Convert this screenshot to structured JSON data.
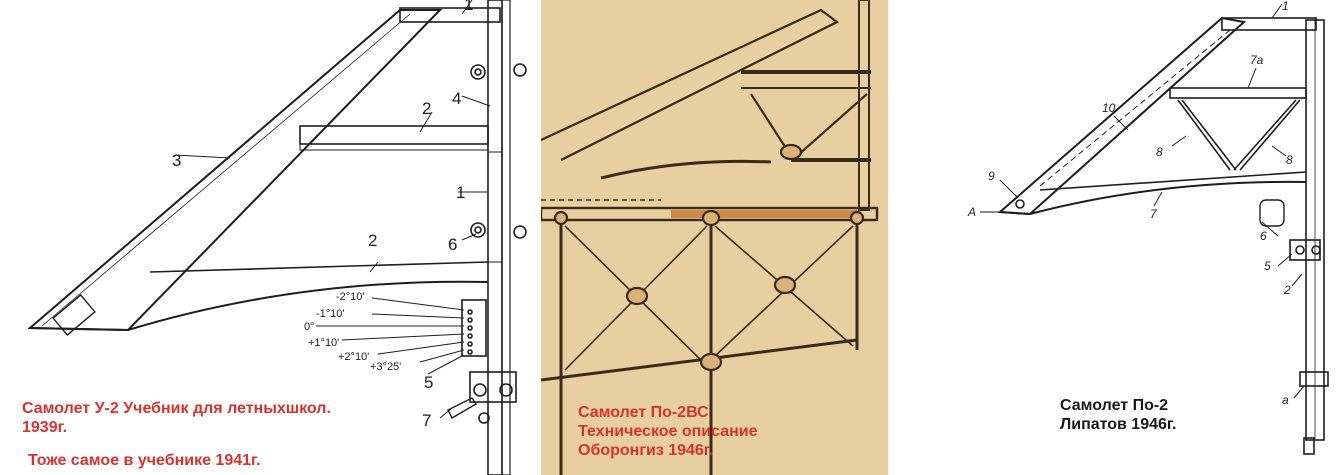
{
  "colors": {
    "caption_red": "#d6332f",
    "caption_black": "#1a1a1a",
    "middle_paper": "#e8cf9f",
    "ink": "#1e1e1e"
  },
  "left": {
    "part_labels": [
      "1",
      "2",
      "3",
      "4",
      "1",
      "6",
      "2",
      "5",
      "7"
    ],
    "angle_labels": [
      "-2°10'",
      "-1°10'",
      "0°",
      "+1°10'",
      "+2°10'",
      "+3°25'"
    ],
    "caption_line1": "Самолет У-2 Учебник для летныхшкол.",
    "caption_line2": "1939г.",
    "caption_line3": "Тоже самое в учебнике 1941г."
  },
  "middle": {
    "caption_line1": "Самолет По-2ВС",
    "caption_line2": "Техническое описание",
    "caption_line3": "Оборонгиз 1946г."
  },
  "right": {
    "part_labels": [
      "1",
      "7a",
      "10",
      "8",
      "8",
      "9",
      "A",
      "7",
      "6",
      "5",
      "2",
      "a"
    ],
    "caption_line1": "Самолет По-2",
    "caption_line2": "Липатов 1946г."
  }
}
